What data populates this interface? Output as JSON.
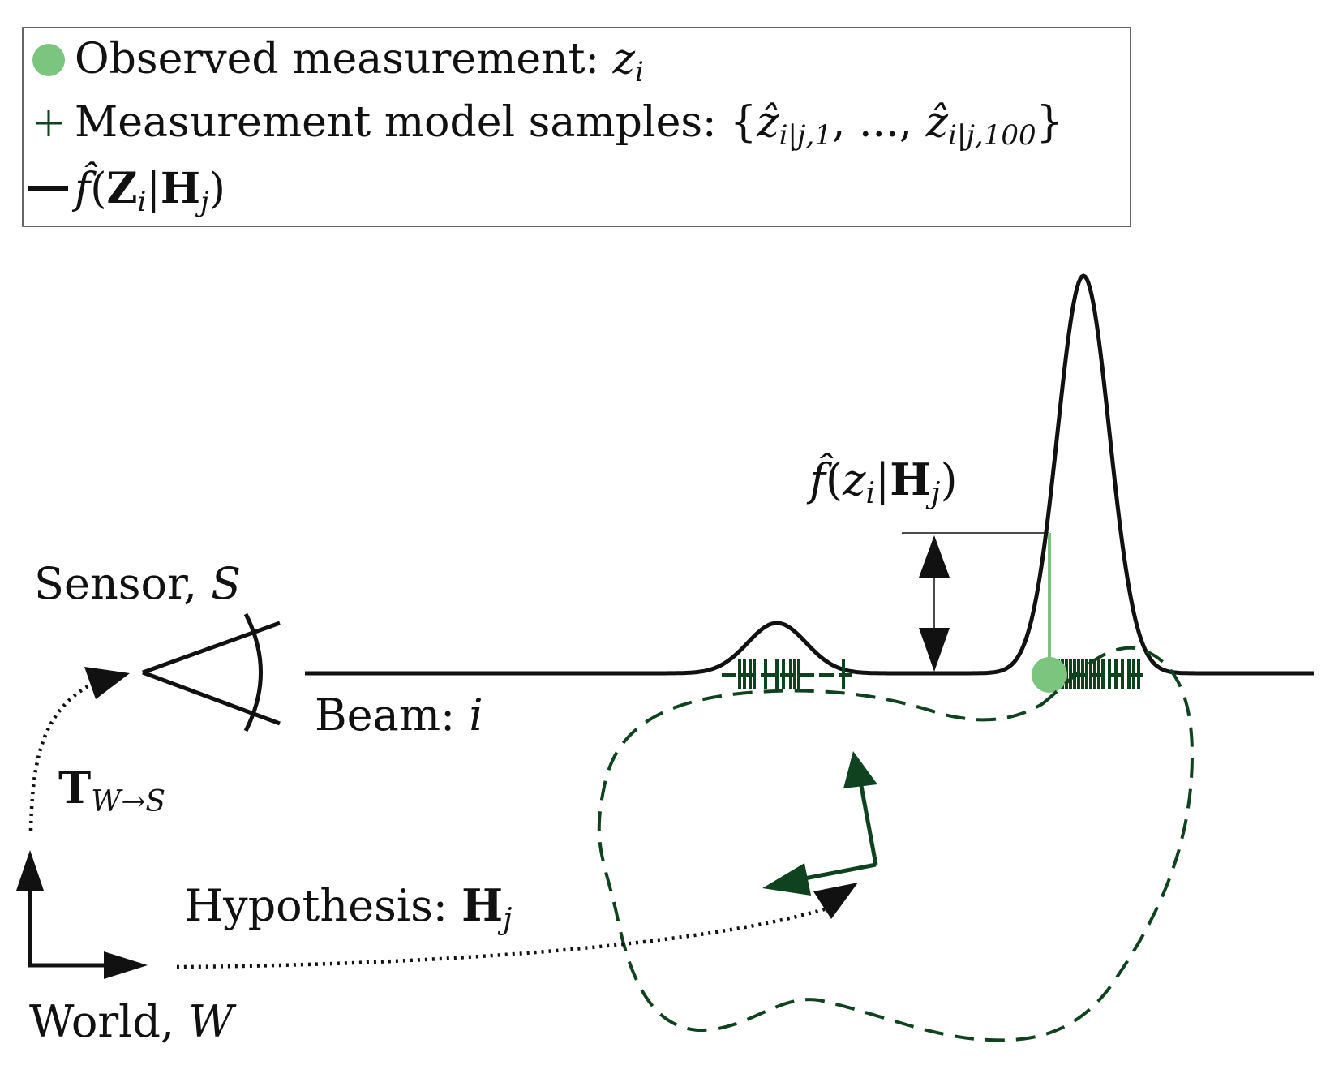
{
  "colors": {
    "ink": "#111111",
    "observed": "#7cc57e",
    "samples": "#0f4320",
    "background": "#ffffff"
  },
  "legend": {
    "observed": {
      "label": "Observed measurement: ",
      "symbol": "z",
      "sub": "i"
    },
    "samples": {
      "label": "Measurement model samples: ",
      "open": "{",
      "first_symbol": "ẑ",
      "first_sub": "i|j,1",
      "mid": ", ..., ",
      "last_symbol": "ẑ",
      "last_sub": "i|j,100",
      "close": "}"
    },
    "density": {
      "f": "f̂",
      "open": "(",
      "Z": "Z",
      "Z_sub": "i",
      "bar": "|",
      "H": "H",
      "H_sub": "j",
      "close": ")"
    }
  },
  "labels": {
    "sensor": {
      "text": "Sensor, ",
      "symbol": "S"
    },
    "beam": {
      "text": "Beam: ",
      "symbol": "i"
    },
    "transform": {
      "T": "T",
      "sub": "W→S"
    },
    "hypothesis": {
      "text": "Hypothesis: ",
      "H": "H",
      "sub": "j"
    },
    "world": {
      "text": "World, ",
      "symbol": "W"
    },
    "likelihood": {
      "f": "f̂",
      "open": "(",
      "z": "z",
      "z_sub": "i",
      "bar": "|",
      "H": "H",
      "H_sub": "j",
      "close": ")"
    }
  },
  "icons": {
    "observed": "filled-circle",
    "samples": "plus-mark",
    "density": "line-segment"
  }
}
